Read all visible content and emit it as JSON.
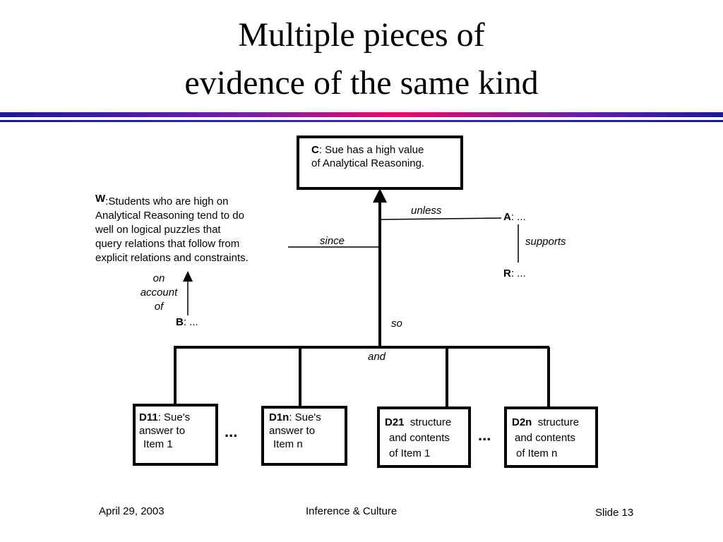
{
  "title": {
    "line1": "Multiple pieces of",
    "line2": "evidence of the same kind"
  },
  "claim": {
    "letter": "C",
    "line1": ": Sue has a high value",
    "line2": "of Analytical Reasoning."
  },
  "warrant": {
    "letter": "W",
    "line1": ":Students who are high on",
    "line2": "Analytical Reasoning tend to do",
    "line3": "well on logical puzzles that",
    "line4": "query relations that follow from",
    "line5": "explicit relations and constraints."
  },
  "backing": {
    "letter": "B",
    "text": ": ..."
  },
  "alternative": {
    "letter": "A",
    "text": ": ..."
  },
  "rebuttal": {
    "letter": "R",
    "text": ": ..."
  },
  "labels": {
    "unless": "unless",
    "since": "since",
    "supports": "supports",
    "on": "on",
    "account": "account",
    "of": "of",
    "so": "so",
    "and": "and"
  },
  "data_boxes": [
    {
      "id": "D11",
      "line1": ": Sue's",
      "line2": "answer to",
      "line3": "Item 1"
    },
    {
      "id": "D1n",
      "line1": ": Sue's",
      "line2": "answer to",
      "line3": "Item n"
    },
    {
      "id": "D21",
      "line1": "structure",
      "line2": "and contents",
      "line3": "of Item 1"
    },
    {
      "id": "D2n",
      "line1": "structure",
      "line2": "and contents",
      "line3": "of Item n"
    }
  ],
  "ellipsis": "...",
  "footer": {
    "date": "April 29, 2003",
    "center": "Inference & Culture",
    "slide": "Slide 13"
  }
}
